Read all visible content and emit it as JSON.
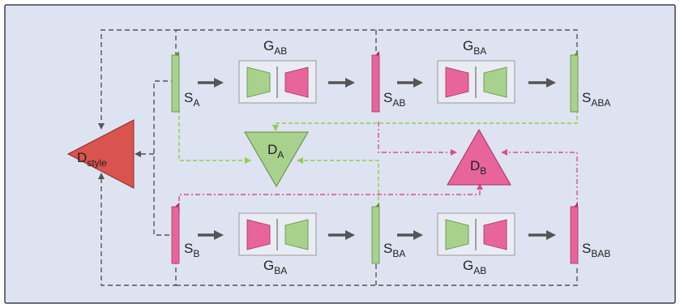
{
  "colors": {
    "background": "#dde3f1",
    "frame": "#3a3f4a",
    "green": "#a9d18e",
    "green_dark": "#5f8a3c",
    "pink": "#e8659c",
    "pink_dark": "#a5305e",
    "red": "#d9534f",
    "red_dark": "#8f2c28",
    "arrow": "#555555",
    "dash_gray": "#555555",
    "dash_green": "#8fcf4a",
    "dash_pink": "#e04a8e",
    "box_fill": "#e9ecf3",
    "box_stroke": "#999999"
  },
  "labels": {
    "s_a": {
      "main": "S",
      "sub": "A"
    },
    "s_ab": {
      "main": "S",
      "sub": "AB"
    },
    "s_aba": {
      "main": "S",
      "sub": "ABA"
    },
    "s_b": {
      "main": "S",
      "sub": "B"
    },
    "s_ba": {
      "main": "S",
      "sub": "BA"
    },
    "s_bab": {
      "main": "S",
      "sub": "BAB"
    },
    "g_ab_top": {
      "main": "G",
      "sub": "AB"
    },
    "g_ba_top": {
      "main": "G",
      "sub": "BA"
    },
    "g_ba_bottom": {
      "main": "G",
      "sub": "BA"
    },
    "g_ab_bottom": {
      "main": "G",
      "sub": "AB"
    },
    "d_style": {
      "main": "D",
      "sub": "style"
    },
    "d_a": {
      "main": "D",
      "sub": "A"
    },
    "d_b": {
      "main": "D",
      "sub": "B"
    }
  }
}
